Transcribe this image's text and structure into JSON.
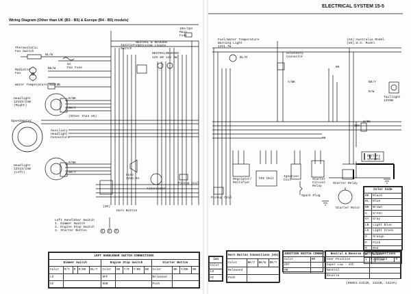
{
  "page_header": {
    "section": "ELECTRICAL SYSTEM 15-5"
  },
  "diagram_title": "Wiring Diagram (Other than UK (B3 - B5) & Europe (B4 - B5) models)",
  "left_labels": {
    "thermostatic_fan_switch": [
      "Thermostatic",
      "Fan Switch"
    ],
    "fan_fuse": [
      "6A",
      "Fan Fuse"
    ],
    "radiator_fan": [
      "Radiator",
      "Fan"
    ],
    "water_temp_switch": "Water Temperature Switch",
    "headlight_right": [
      "Headlight",
      "12V23/23W",
      "(Right)"
    ],
    "other_than_us": "(Other than US)",
    "speedometer": "Speedometer",
    "aux_headlight_connectors": [
      "Auxiliary",
      "Headlight",
      "Connectors"
    ],
    "headlight_left": [
      "Headlight",
      "12V23/23W",
      "(Left)"
    ],
    "ignition_switch": [
      "Ignition",
      "Switch"
    ],
    "neutral_reverse_lights": [
      "NEUTRAL & REVERSE",
      "INDICATOR LIGHTS"
    ],
    "neutral": "NEUTRAL",
    "reverse": "REVERSE",
    "v12_3w_1": "12V 2W",
    "v12_3w_2": "12V 3W",
    "horn": [
      "Horn",
      "12V2.5A"
    ],
    "horn_button": "Horn Button",
    "alternator": "Alternator",
    "pickup_coil": "Pickup Coil",
    "us_model": "(US)",
    "left_handlebar_switch": [
      "Left Handlebar Switch",
      "1. Dimmer Switch",
      "2. Engine Stop Switch",
      "3. Starter Button"
    ],
    "fuse_top": [
      "10A/16A",
      "Main",
      "Fuse"
    ],
    "circle_nums": [
      "1",
      "2",
      "3"
    ]
  },
  "wire_codes": {
    "bl_w": "BL/W",
    "bk_w": "BK/W",
    "r_bk": "R/BK",
    "bk_y": "BK/Y",
    "g": "G",
    "bk": "BK",
    "w_bk": "W/BK",
    "bl_r": "BL/R",
    "y_bk": "Y/BK",
    "r_w": "R/W",
    "br": "BR"
  },
  "left_switch_table": {
    "title": "LEFT HANDLEBAR SWITCH CONNECTIONS",
    "groups": [
      "Dimmer Switch",
      "Engine Stop Switch",
      "Starter Button"
    ],
    "header": [
      "Color",
      "R/Y",
      "R",
      "R/BK",
      "BL/Y",
      "Color",
      "BK",
      "Y/R",
      "Y/BK",
      "BK",
      "Color",
      "BK",
      "Y/BK",
      "BK"
    ],
    "rows": [
      [
        "LO",
        "",
        "",
        "",
        "",
        "OFF",
        "",
        "",
        "",
        "",
        "Released",
        "",
        "",
        ""
      ],
      [
        "HI",
        "",
        "",
        "",
        "",
        "RUN",
        "",
        "",
        "",
        "",
        "Push",
        "",
        "",
        ""
      ]
    ]
  },
  "right_labels": {
    "water_temp_warning": [
      "Fuel/Water Temperature",
      "Warning Light",
      "12V1.7W"
    ],
    "accessory_connector": [
      "Accessory",
      "Connector"
    ],
    "us_model_note": [
      "(AS):Australia Model",
      "(US):U.S. Model"
    ],
    "taillight": [
      "Taillight",
      "12V8W"
    ],
    "fuse_30a": "30A",
    "battery": [
      "Battery",
      "12V30Ah"
    ],
    "regulator": [
      "Regulator/",
      "Rectifier"
    ],
    "cdi_unit": "CDI Unit",
    "ignition_coil": [
      "Ignition",
      "Coil"
    ],
    "starter_circuit_relay": [
      "Starter",
      "Circuit",
      "Relay"
    ],
    "starter_relay": "Starter Relay",
    "starter_motor": "Starter Motor",
    "spark_plug": "Spark Plug",
    "pickup_coil_r": "Pickup Coil",
    "footer_code": "(98851-1321B, 1322B, 1323A)"
  },
  "color_code": {
    "title": "Color Code",
    "rows": [
      [
        "BK",
        "Black"
      ],
      [
        "BL",
        "Blue"
      ],
      [
        "BR",
        "Brown"
      ],
      [
        "G",
        "Green"
      ],
      [
        "GY",
        "Gray"
      ],
      [
        "LB",
        "Light Blue"
      ],
      [
        "LG",
        "Light Green"
      ],
      [
        "O",
        "Orange"
      ],
      [
        "P",
        "Pink"
      ],
      [
        "R",
        "Red"
      ],
      [
        "W",
        "White"
      ],
      [
        "Y",
        "Yellow"
      ]
    ]
  },
  "right_tables": {
    "horn_button": {
      "title": "Horn Button Connections (AS)",
      "header": [
        "Color",
        "BK/Y",
        "BK/W",
        "BK/Y"
      ],
      "rows": [
        [
          "Released",
          "",
          "",
          ""
        ],
        [
          "Push",
          "",
          "",
          ""
        ]
      ]
    },
    "ignition_switch": {
      "title": "IGNITION SWITCH CONNECTIONS",
      "header": [
        "Color",
        "BR",
        "W"
      ],
      "rows": [
        [
          "OFF",
          "",
          ""
        ],
        [
          "ON",
          "",
          ""
        ]
      ]
    },
    "neutral_reverse": {
      "title": "Neutral & Reverse Switch Connections",
      "header": [
        "Gear Position",
        "G",
        "Ground",
        "R"
      ],
      "rows": [
        [
          "Super Low - 4th",
          "",
          "",
          ""
        ],
        [
          "Neutral",
          "",
          "",
          ""
        ],
        [
          "Reverse",
          "",
          "",
          ""
        ]
      ]
    },
    "left_partial": {
      "title": "ion",
      "header": [
        "Color"
      ],
      "rows": [
        [
          "LO"
        ],
        [
          "HI"
        ]
      ]
    }
  }
}
